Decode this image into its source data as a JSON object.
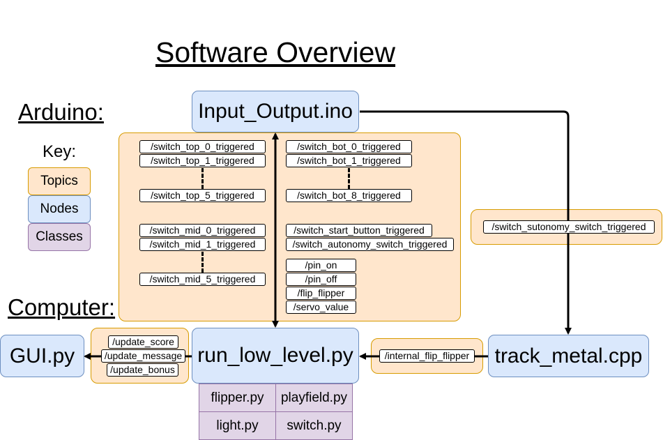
{
  "title": "Software Overview",
  "sections": {
    "arduino": "Arduino:",
    "computer": "Computer:"
  },
  "key": {
    "label": "Key:",
    "topics": "Topics",
    "nodes": "Nodes",
    "classes": "Classes"
  },
  "nodes": {
    "input_output": "Input_Output.ino",
    "gui": "GUI.py",
    "run_low_level": "run_low_level.py",
    "track_metal": "track_metal.cpp"
  },
  "topics": {
    "left_column": [
      "/switch_top_0_triggered",
      "/switch_top_1_triggered",
      "/switch_top_5_triggered",
      "/switch_mid_0_triggered",
      "/switch_mid_1_triggered",
      "/switch_mid_5_triggered"
    ],
    "right_column": [
      "/switch_bot_0_triggered",
      "/switch_bot_1_triggered",
      "/switch_bot_8_triggered",
      "/switch_start_button_triggered",
      "/switch_autonomy_switch_triggered",
      "/pin_on",
      "/pin_off",
      "/flip_flipper",
      "/servo_value"
    ],
    "track_metal_topic": "/switch_sutonomy_switch_triggered",
    "gui_topics": [
      "/update_score",
      "/update_message",
      "/update_bonus"
    ],
    "flipper_topic": "/internal_flip_flipper"
  },
  "classes": [
    "flipper.py",
    "playfield.py",
    "light.py",
    "switch.py"
  ],
  "colors": {
    "topic_fill": "#ffe6cc",
    "topic_border": "#d79b00",
    "node_fill": "#dae8fc",
    "node_border": "#6c8ebf",
    "class_fill": "#e1d5e7",
    "class_border": "#9673a6"
  }
}
